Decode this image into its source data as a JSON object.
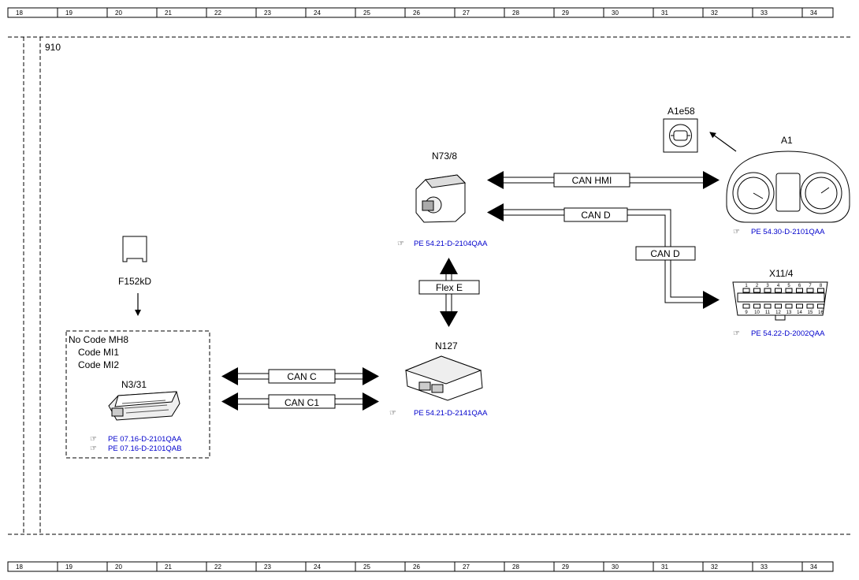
{
  "ruler": {
    "labels": [
      "18",
      "19",
      "20",
      "21",
      "22",
      "23",
      "24",
      "25",
      "26",
      "27",
      "28",
      "29",
      "30",
      "31",
      "32",
      "33",
      "34"
    ]
  },
  "frame": {
    "number": "910"
  },
  "components": {
    "f152kd": {
      "label": "F152kD"
    },
    "n3_31": {
      "label": "N3/31",
      "codes": [
        "No Code MH8",
        "Code MI1",
        "Code MI2"
      ],
      "refs": [
        "PE 07.16-D-2101QAA",
        "PE 07.16-D-2101QAB"
      ]
    },
    "n73_8": {
      "label": "N73/8",
      "ref": "PE 54.21-D-2104QAA"
    },
    "n127": {
      "label": "N127",
      "ref": "PE 54.21-D-2141QAA"
    },
    "a1": {
      "label": "A1",
      "ref": "PE 54.30-D-2101QAA"
    },
    "a1e58": {
      "label": "A1e58"
    },
    "x11_4": {
      "label": "X11/4",
      "ref": "PE 54.22-D-2002QAA",
      "pins_top": [
        "1",
        "2",
        "3",
        "4",
        "5",
        "6",
        "7",
        "8"
      ],
      "pins_bottom": [
        "9",
        "10",
        "11",
        "12",
        "13",
        "14",
        "15",
        "16"
      ]
    }
  },
  "buses": {
    "can_hmi": "CAN HMI",
    "can_d_1": "CAN D",
    "can_d_2": "CAN D",
    "flex_e": "Flex E",
    "can_c": "CAN C",
    "can_c1": "CAN C1"
  }
}
